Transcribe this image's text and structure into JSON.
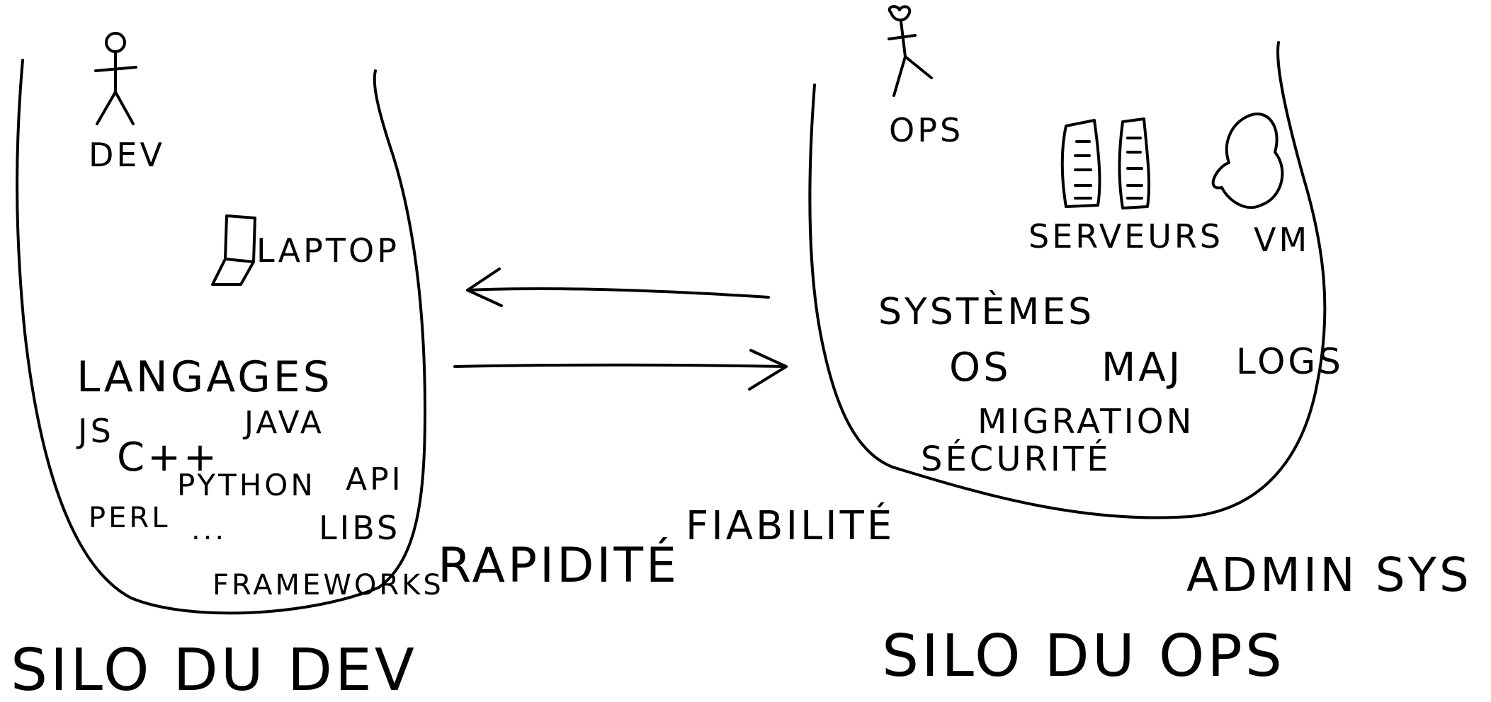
{
  "dev_silo": {
    "person_label": "DEV",
    "laptop_label": "LAPTOP",
    "languages_heading": "LANGAGES",
    "items": {
      "js": "JS",
      "cpp": "C++",
      "java": "JAVA",
      "python": "PYTHON",
      "perl": "PERL",
      "ellipsis": "...",
      "api": "API",
      "libs": "LIBS",
      "frameworks": "FRAMEWORKS"
    },
    "silo_title": "SILO DU DEV"
  },
  "ops_silo": {
    "person_label": "OPS",
    "servers_label": "SERVEURS",
    "vm_label": "VM",
    "systems_heading": "SYSTÈMES",
    "items": {
      "os": "OS",
      "maj": "MAJ",
      "logs": "LOGS",
      "migration": "MIGRATION",
      "securite": "SÉCURITÉ"
    },
    "role_label": "ADMIN SYS",
    "silo_title": "SILO DU OPS"
  },
  "middle": {
    "rapidite": "RAPIDITÉ",
    "fiabilite": "FIABILITÉ"
  }
}
